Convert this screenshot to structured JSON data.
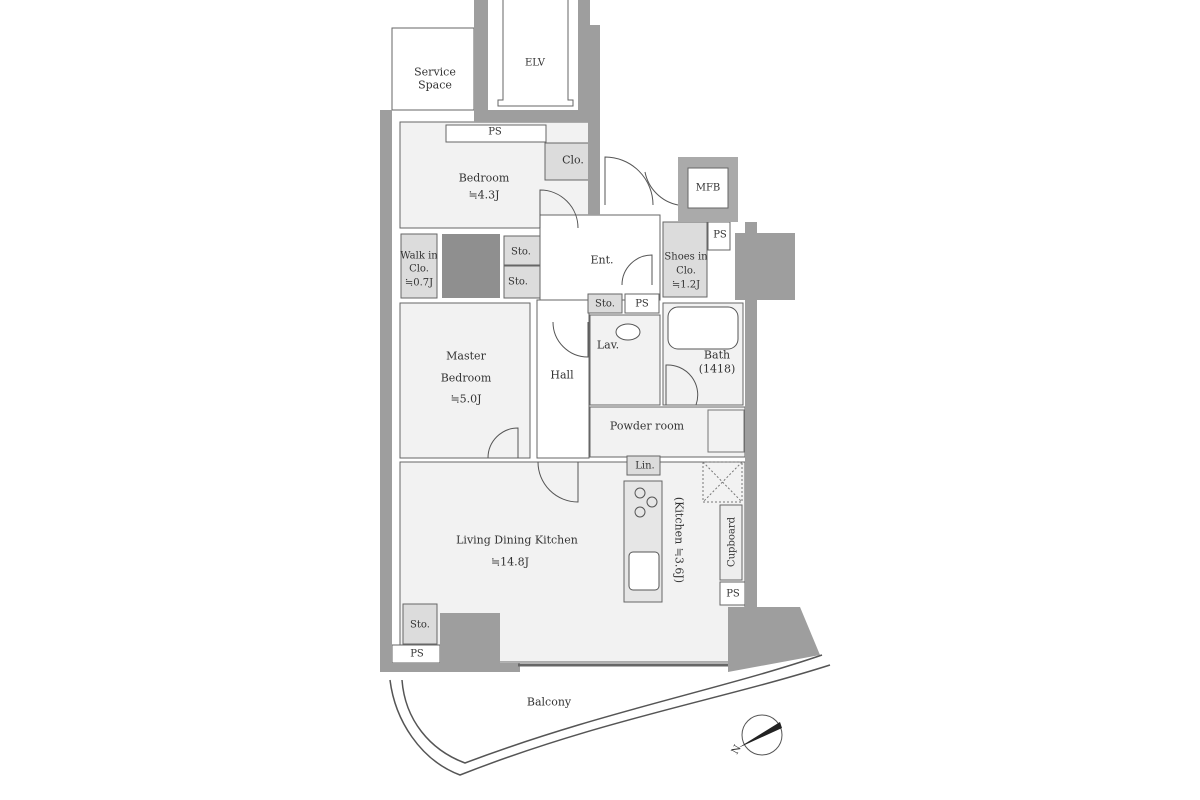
{
  "rooms": {
    "service_space": "Service Space",
    "elv": "ELV",
    "ps_top": "PS",
    "bedroom": "Bedroom",
    "bedroom_area": "≒4.3J",
    "clo": "Clo.",
    "mfb": "MFB",
    "ps_mfb": "PS",
    "walk_in_clo_1": "Walk in",
    "walk_in_clo_2": "Clo.",
    "walk_in_clo_area": "≒0.7J",
    "sto_1": "Sto.",
    "sto_2": "Sto.",
    "ent": "Ent.",
    "shoes_in_clo_1": "Shoes in",
    "shoes_in_clo_2": "Clo.",
    "shoes_in_clo_area": "≒1.2J",
    "sto_3": "Sto.",
    "ps_mid": "PS",
    "lav": "Lav.",
    "bath": "Bath",
    "bath_size": "(1418)",
    "master_bedroom_1": "Master",
    "master_bedroom_2": "Bedroom",
    "master_bedroom_area": "≒5.0J",
    "hall": "Hall",
    "powder_room": "Powder room",
    "lin": "Lin.",
    "ldk": "Living Dining Kitchen",
    "ldk_area": "≒14.8J",
    "kitchen": "(Kitchen ≒3.6J)",
    "cupboard": "Cupboard",
    "ps_kitchen": "PS",
    "sto_ldk": "Sto.",
    "ps_bottom": "PS",
    "balcony": "Balcony"
  },
  "compass": {
    "label": "N"
  },
  "colors": {
    "wall": "#9e9e9e",
    "room_fill": "#f2f2f2",
    "storage_fill": "#dcdcdc",
    "line": "#555555"
  }
}
